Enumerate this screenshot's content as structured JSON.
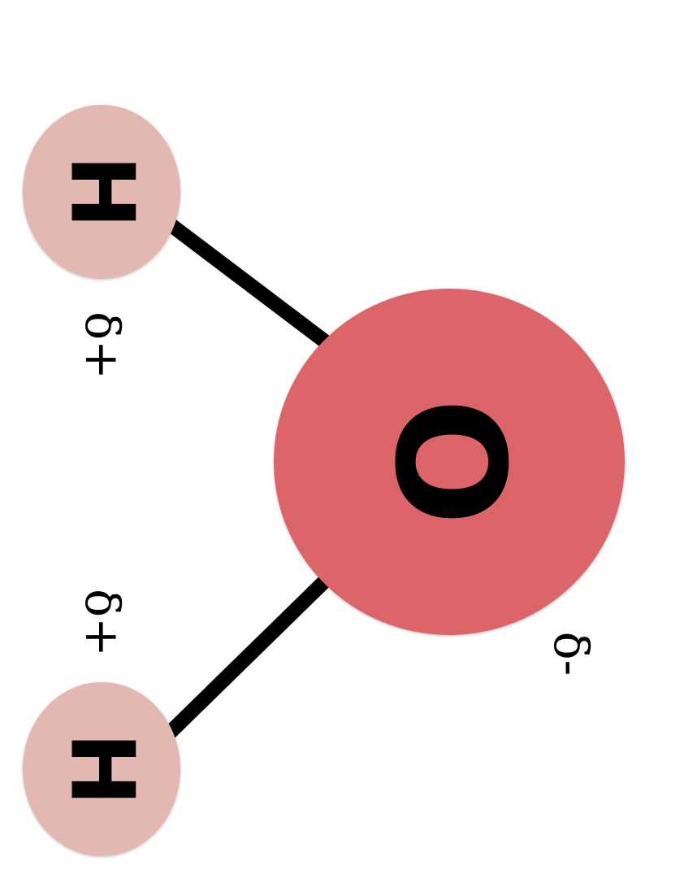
{
  "molecule": {
    "oxygen": {
      "symbol": "O",
      "color": "#db6569",
      "charge": "δ-"
    },
    "hydrogens": [
      {
        "symbol": "H",
        "color": "#e3b8b2",
        "charge": "δ+"
      },
      {
        "symbol": "H",
        "color": "#e3b8b2",
        "charge": "δ+"
      }
    ],
    "bond_color": "#000000",
    "text_color": "#000000"
  }
}
